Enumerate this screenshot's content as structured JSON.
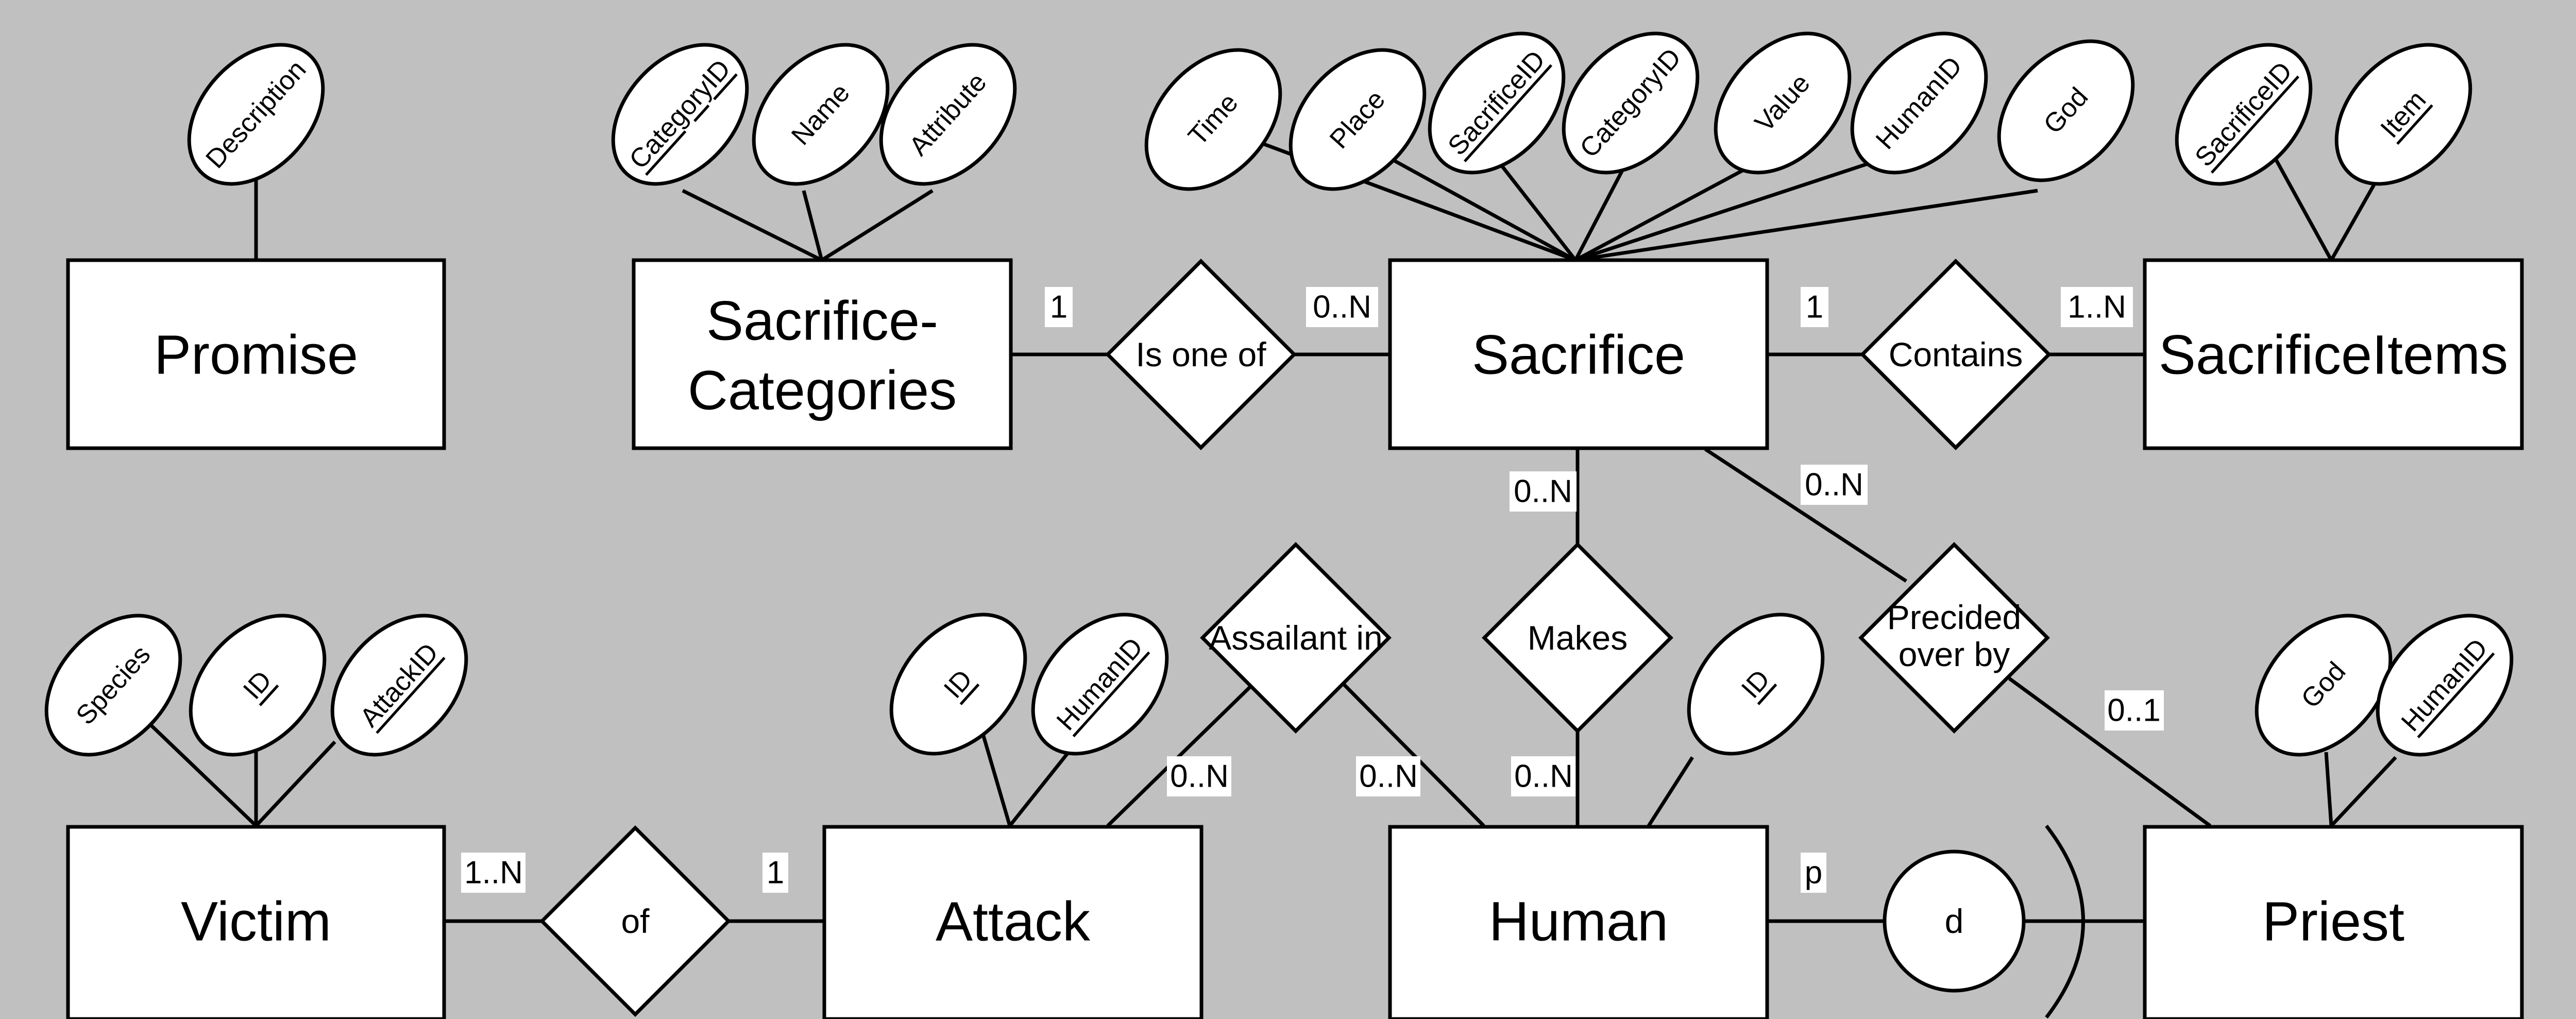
{
  "entities": {
    "promise": "Promise",
    "sacrifice_categories_line1": "Sacrifice-",
    "sacrifice_categories_line2": "Categories",
    "sacrifice": "Sacrifice",
    "sacrifice_items": "SacrificeItems",
    "victim": "Victim",
    "attack": "Attack",
    "human": "Human",
    "priest": "Priest"
  },
  "relationships": {
    "is_one_of": "Is one of",
    "contains": "Contains",
    "makes": "Makes",
    "precided_line1": "Precided",
    "precided_line2": "over by",
    "assailant_in": "Assailant in",
    "of": "of",
    "disjoint": "d"
  },
  "attributes": {
    "promise_description": "Description",
    "categories_categoryid": "CategoryID",
    "categories_name": "Name",
    "categories_attribute": "Attribute",
    "sacrifice_time": "Time",
    "sacrifice_place": "Place",
    "sacrifice_sacrificeid": "SacrificeID",
    "sacrifice_categoryid": "CategoryID",
    "sacrifice_value": "Value",
    "sacrifice_humanid": "HumanID",
    "sacrifice_god": "God",
    "items_sacrificeid": "SacrificeID",
    "items_item": "Item",
    "victim_species": "Species",
    "victim_id": "ID",
    "victim_attackid": "AttackID",
    "attack_id": "ID",
    "attack_humanid": "HumanID",
    "human_id": "ID",
    "priest_god": "God",
    "priest_humanid": "HumanID"
  },
  "cardinalities": {
    "categories_isoneof": "1",
    "isoneof_sacrifice": "0..N",
    "sacrifice_contains": "1",
    "contains_items": "1..N",
    "sacrifice_makes": "0..N",
    "sacrifice_precided": "0..N",
    "precided_priest": "0..1",
    "attack_assailant": "0..N",
    "assailant_human": "0..N",
    "makes_human": "0..N",
    "victim_of": "1..N",
    "of_attack": "1",
    "human_specialization": "p"
  }
}
